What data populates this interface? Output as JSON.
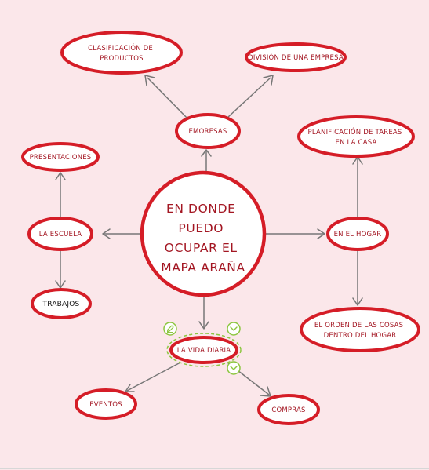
{
  "center": {
    "lines": [
      "EN DONDE",
      "PUEDO",
      "OCUPAR EL",
      "MAPA ARAÑA"
    ]
  },
  "nodes": {
    "emoresas": {
      "lines": [
        "EMORESAS"
      ]
    },
    "clasificacion": {
      "lines": [
        "CLASIFICACIÓN DE",
        "PRODUCTOS"
      ]
    },
    "division": {
      "lines": [
        "DIVISIÓN DE UNA EMPRESA"
      ]
    },
    "presentaciones": {
      "lines": [
        "PRESENTACIONES"
      ]
    },
    "escuela": {
      "lines": [
        "LA ESCUELA"
      ]
    },
    "trabajos": {
      "lines": [
        "TRABAJOS"
      ]
    },
    "hogar": {
      "lines": [
        "EN EL HOGAR"
      ]
    },
    "planificacion": {
      "lines": [
        "PLANIFICACIÓN DE TAREAS",
        "EN LA CASA"
      ]
    },
    "orden": {
      "lines": [
        "EL ORDEN DE LAS COSAS",
        "DENTRO DEL HOGAR"
      ]
    },
    "vida": {
      "lines": [
        "LA VIDA DIARIA"
      ]
    },
    "eventos": {
      "lines": [
        "EVENTOS"
      ]
    },
    "compras": {
      "lines": [
        "COMPRAS"
      ]
    }
  },
  "colors": {
    "background": "#fbe7ea",
    "node_border": "#d51d27",
    "node_text": "#a31622",
    "edge": "#777777",
    "selection": "#8cc63f"
  },
  "selection_icons": [
    "edit-icon",
    "chevron-down-icon",
    "add-icon"
  ]
}
